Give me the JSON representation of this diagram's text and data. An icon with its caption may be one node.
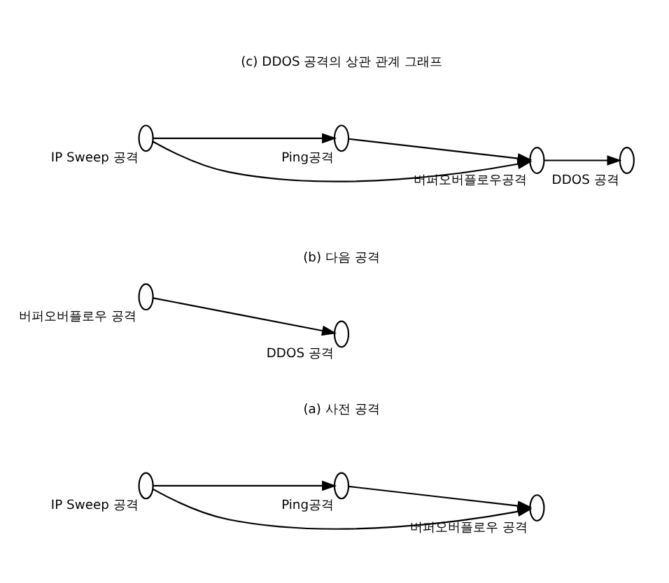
{
  "diagram": {
    "nodes": [
      {
        "text": [
          "IP Sweep 공격"
        ]
      },
      {
        "text": [
          "버퍼오버플로우 공격"
        ]
      },
      {
        "text": [
          "Ping공격"
        ]
      },
      {
        "text": [
          "버퍼오버플로우 공격"
        ]
      },
      {
        "text": [
          "DDOS 공격"
        ]
      },
      {
        "text": [
          "IP Sweep 공격"
        ]
      },
      {
        "text": [
          "버퍼오버플로우공격"
        ]
      },
      {
        "text": [
          "Ping공격"
        ]
      },
      {
        "text": [
          "DDOS 공격"
        ]
      }
    ],
    "edges": [
      {
        "from": 0,
        "to": 1,
        "arrow": "to"
      },
      {
        "from": 0,
        "to": 2,
        "arrow": "to"
      },
      {
        "from": 2,
        "to": 1,
        "arrow": "to"
      },
      {
        "from": 3,
        "to": 4,
        "arrow": "to"
      },
      {
        "from": 5,
        "to": 6,
        "arrow": "to"
      },
      {
        "from": 5,
        "to": 7,
        "arrow": "to"
      },
      {
        "from": 7,
        "to": 6,
        "arrow": "to"
      },
      {
        "from": 6,
        "to": 8,
        "arrow": "to"
      }
    ],
    "labels": [
      "(a) 사전 공격",
      "(b) 다음 공격",
      "(c) DDOS 공격의 상관 관계 그래프"
    ]
  }
}
